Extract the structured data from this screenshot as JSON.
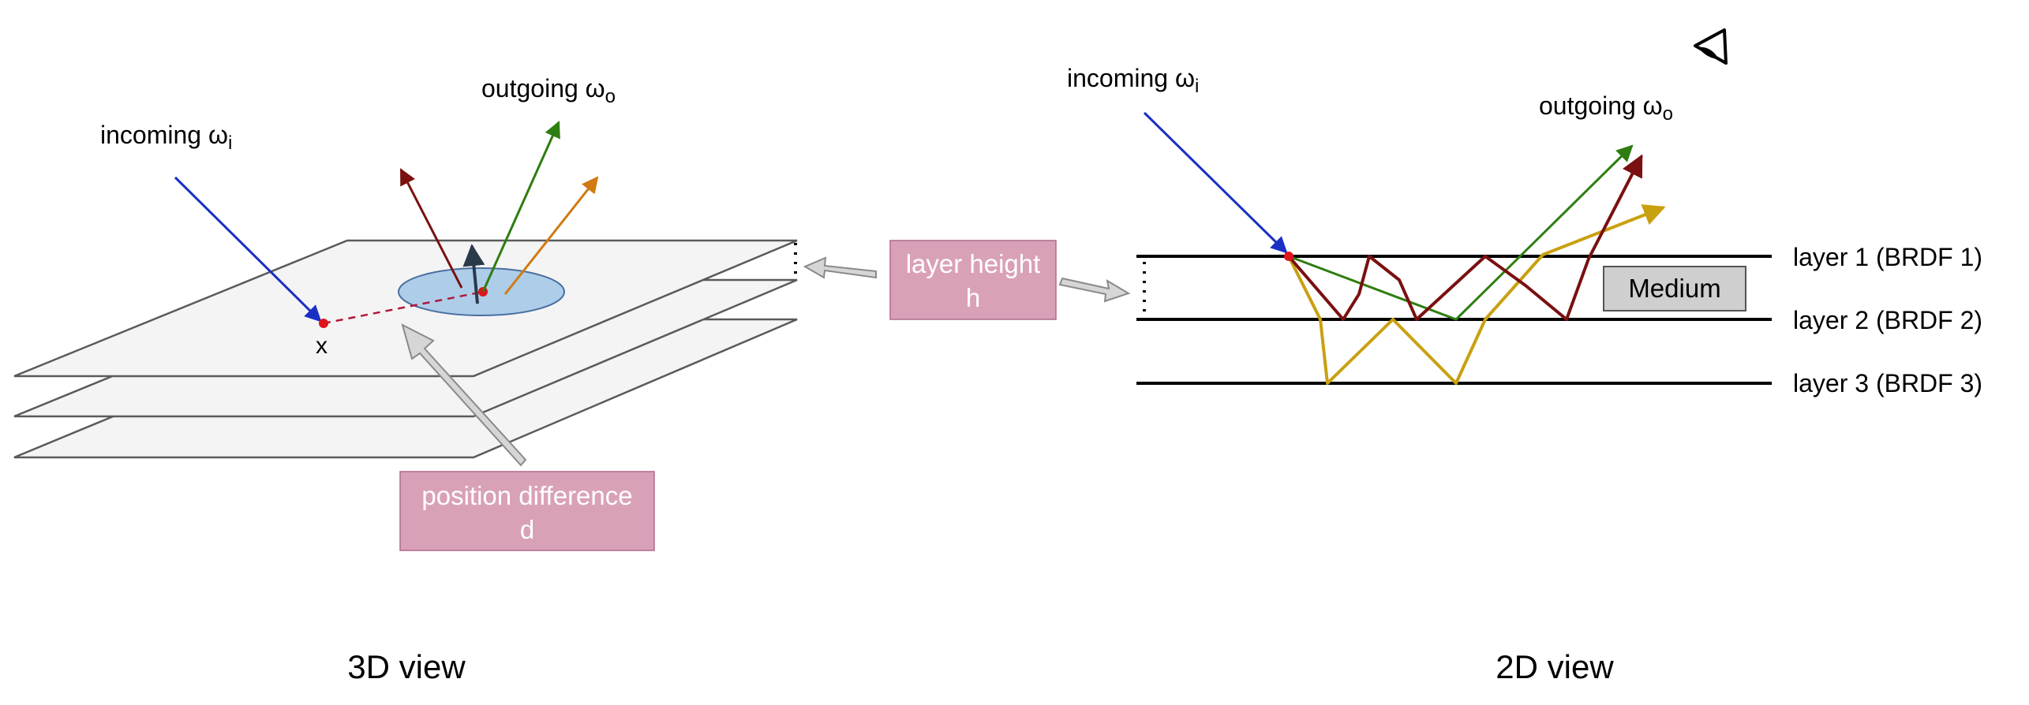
{
  "left_view": {
    "caption": "3D view",
    "incoming": {
      "text": "incoming ω",
      "sub": "i"
    },
    "outgoing": {
      "text": "outgoing ω",
      "sub": "o"
    },
    "point_label": "x",
    "callout": {
      "line1": "position difference",
      "line2": "d"
    }
  },
  "middle_callout": {
    "line1": "layer height",
    "line2": "h"
  },
  "right_view": {
    "caption": "2D view",
    "incoming": {
      "text": "incoming ω",
      "sub": "i"
    },
    "outgoing": {
      "text": "outgoing ω",
      "sub": "o"
    },
    "medium_label": "Medium",
    "layers": [
      {
        "label": "layer 1 (BRDF 1)"
      },
      {
        "label": "layer 2 (BRDF 2)"
      },
      {
        "label": "layer 3 (BRDF 3)"
      }
    ],
    "eye_icon": "eye-icon"
  },
  "colors": {
    "incoming": "#1a2fc4",
    "outgoing_green": "#2e7d10",
    "outgoing_orange": "#d07a10",
    "path_darkred": "#7a1010",
    "path_yellow": "#c9a010",
    "normal": "#2b3a4a",
    "footprint": "#aecde9",
    "callout_bg": "#d9a1b8",
    "medium_bg": "#cfcfcf",
    "sheet_fill": "#f4f4f4",
    "sheet_stroke": "#5a5a5a",
    "hit_point": "#e0141c"
  }
}
